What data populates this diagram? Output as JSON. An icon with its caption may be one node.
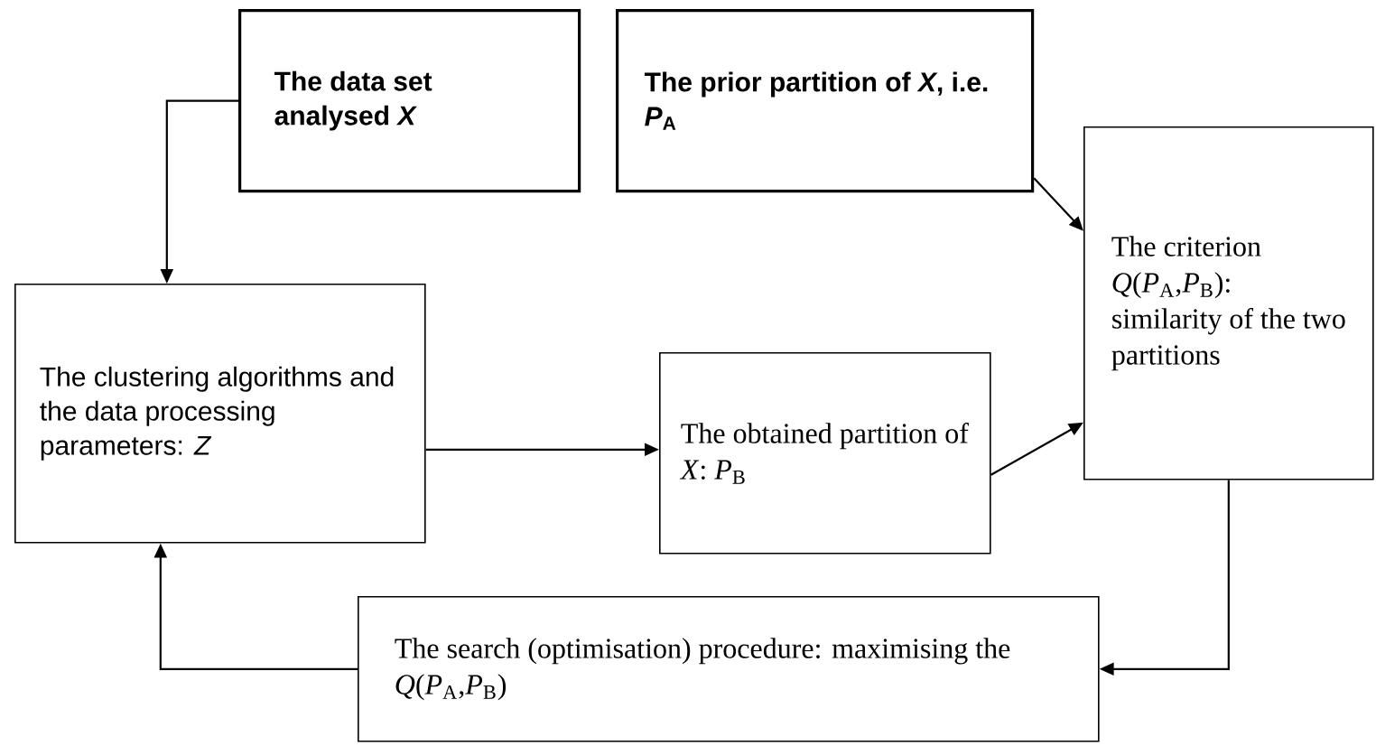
{
  "diagram": {
    "nodes": [
      {
        "text": [
          "The data set analysed *X*"
        ]
      },
      {
        "text": [
          "The prior partition of *X*, i.e. *P*$_{A}$"
        ]
      },
      {
        "text": [
          "The criterion *Q*(*P*$_{A}$,*P*$_{B}$): similarity of the two partitions"
        ]
      },
      {
        "text": [
          "The clustering algorithms and the data processing parameters: *Z*"
        ]
      },
      {
        "text": [
          "The obtained partition of *X*: *P*$_{B}$"
        ]
      },
      {
        "text": [
          "The search (optimisation) procedure: maximising the *Q*(*P*$_{A}$,*P*$_{B}$)"
        ]
      }
    ],
    "edges": [
      {
        "from": 0,
        "to": 3,
        "arrow": "to"
      },
      {
        "from": 1,
        "to": 2,
        "arrow": "to"
      },
      {
        "from": 3,
        "to": 4,
        "arrow": "to"
      },
      {
        "from": 4,
        "to": 2,
        "arrow": "to"
      },
      {
        "from": 2,
        "to": 5,
        "arrow": "to"
      },
      {
        "from": 5,
        "to": 3,
        "arrow": "to"
      }
    ]
  }
}
